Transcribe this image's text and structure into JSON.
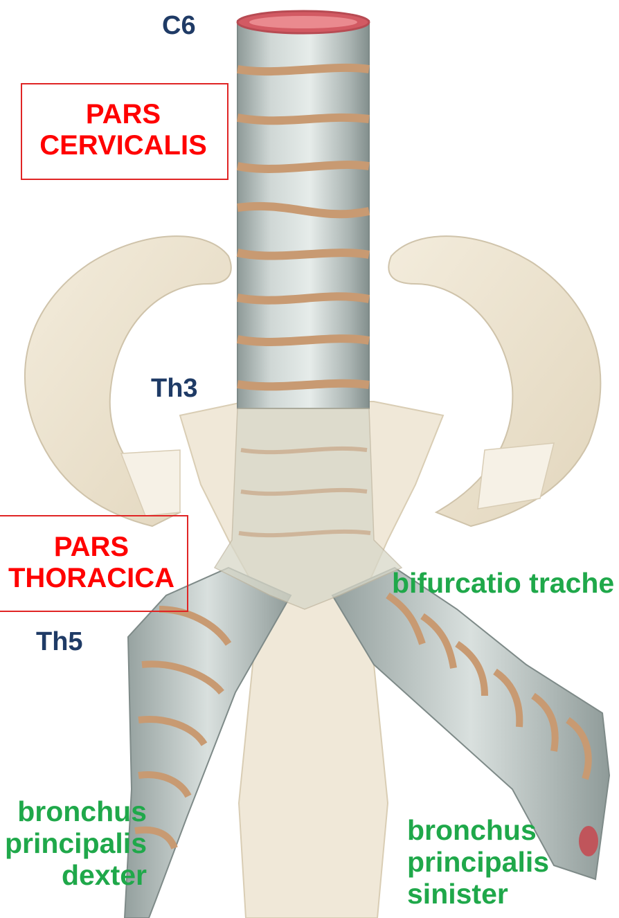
{
  "labels": {
    "c6": "C6",
    "th3": "Th3",
    "th5": "Th5",
    "pars_cervicalis": [
      "PARS",
      "CERVICALIS"
    ],
    "pars_thoracica": [
      "PARS",
      "THORACICA"
    ],
    "bifurcatio": "bifurcatio trache",
    "bronchus_dexter": [
      "bronchus",
      "principalis",
      "dexter"
    ],
    "bronchus_sinister": [
      "bronchus",
      "principalis",
      "sinister"
    ]
  },
  "colors": {
    "level_label": "#1f3b66",
    "section_label": "#ff0000",
    "structure_label": "#1fa84a",
    "cartilage": "#c3cbc9",
    "ligament": "#c89a72",
    "bone": "#efe6d2"
  }
}
